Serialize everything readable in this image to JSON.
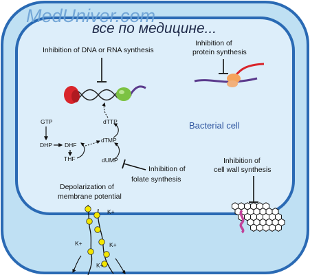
{
  "watermark": {
    "site": "MedUniver.com",
    "tagline": "все по медицине..."
  },
  "colors": {
    "outer_wall": "#bfe0f3",
    "membrane_blue": "#2a6ab4",
    "cytoplasm": "#ddeefa",
    "title_blue": "#2f56a0",
    "ribosome_red": "#d9252b",
    "ribosome_green": "#7cc242",
    "ribosome_orange": "#f5a35c",
    "mrna_purple": "#5b3a8c",
    "protein_red": "#d9252b",
    "channel_yellow": "#f3e600",
    "peptidoglycan_pink": "#c0439a"
  },
  "diagram": {
    "cell_label": "Bacterial cell",
    "labels": {
      "dna_rna": "Inhibition of DNA or RNA synthesis",
      "protein_line1": "Inhibition of",
      "protein_line2": "protein synthesis",
      "folate_line1": "Inhibition of",
      "folate_line2": "folate synthesis",
      "cellwall_line1": "Inhibition of",
      "cellwall_line2": "cell wall synthesis",
      "depol_line1": "Depolarization of",
      "depol_line2": "membrane potential"
    },
    "metabolites": {
      "gtp": "GTP",
      "dhp": "DHP",
      "dhf": "DHF",
      "thf": "THF",
      "dttp": "dTTP",
      "dtmp": "dTMP",
      "dump": "dUMP"
    },
    "ions": {
      "k_inside": "K+",
      "k_out_1": "K+",
      "k_out_2": "K+",
      "k_out_3": "K+"
    }
  }
}
